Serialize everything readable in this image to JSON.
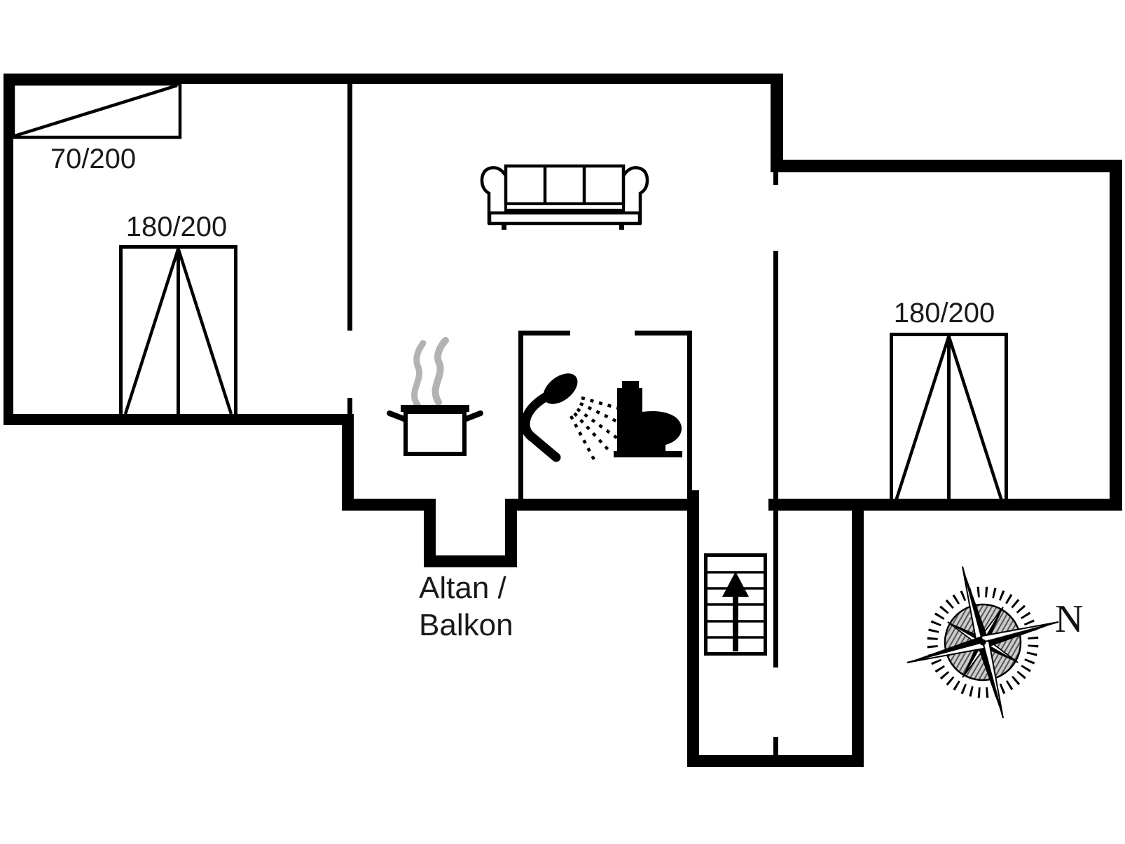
{
  "page": {
    "type": "floor-plan",
    "background": "#ffffff"
  },
  "labels": {
    "bed_top_left_size": "70/200",
    "bed_left_size": "180/200",
    "bed_right_size": "180/200",
    "balcony_line1": "Altan /",
    "balcony_line2": "Balkon",
    "compass_north": "N"
  },
  "colors": {
    "wall": "#000000",
    "line": "#111111",
    "steam": "#b3b3b3",
    "text": "#1a1a1a",
    "background": "#ffffff"
  },
  "icons": {
    "single-bed-icon": "rectangle with diagonal fold line",
    "double-bed-icon": "rectangle with center line and two diagonals",
    "sofa-icon": "three-seat sofa outline, top view",
    "cooking-pot-icon": "pot with two handles",
    "steam-icon": "two grey wavy steam lines",
    "shower-icon": "black hand-shower with spray dots",
    "toilet-icon": "black toilet silhouette, side view",
    "stairs-up-icon": "stair treads with up arrow",
    "up-arrow-icon": "filled arrow pointing up",
    "compass-rose-icon": "8-point compass rose with tick ring"
  }
}
